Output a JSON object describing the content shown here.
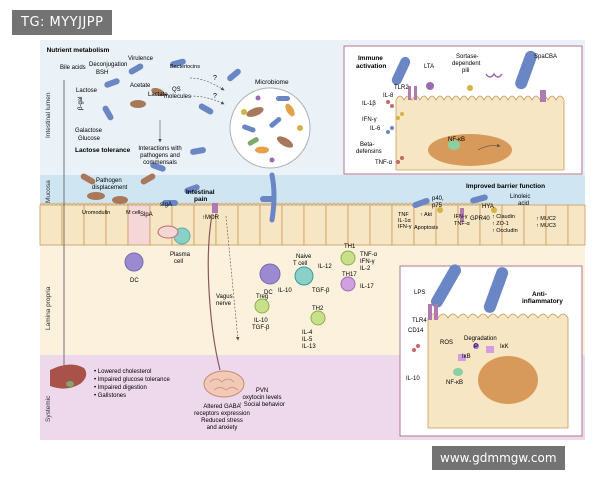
{
  "watermark_top": "TG: MYYJJPP",
  "watermark_bottom": "www.gdmmgw.com",
  "colors": {
    "lumen": "#eaf1f7",
    "mucosa": "#cfe6f2",
    "epithelium": "#f3e0b7",
    "lamina_propria": "#fbf1dd",
    "systemic": "#eed9ec",
    "box_border": "#b07a8a",
    "bacteria_blue": "#6a86c4",
    "bacteria_brown": "#a9785a",
    "nucleus": "#d79a5a"
  },
  "zones": {
    "lumen": "Intestinal lumen",
    "mucosa": "Mucosa",
    "lamina": "Lamina propria",
    "systemic": "Systemic"
  },
  "lumen": {
    "nutrient": "Nutrient metabolism",
    "bile": "Bile acids",
    "deconj": "Deconjugation",
    "bsh": "BSH",
    "lactose": "Lactose",
    "bgal": "β-gal",
    "galactose": "Galactose",
    "glucose": "Glucose",
    "lactose_tol": "Lactose tolerance",
    "virulence": "Virulence",
    "acetate": "Acetate",
    "lactate": "Lactate",
    "qs": "QS",
    "molecules": "molecules",
    "bacteriocins": "Bacteriocins",
    "q1": "?",
    "q2": "?",
    "interactions": "Interactions with",
    "interactions2": "pathogens and",
    "interactions3": "commensals",
    "microbiome": "Microbiome"
  },
  "mucosa": {
    "pathogen": "Pathogen",
    "displacement": "displacement",
    "slpa": "SlpA",
    "siga": "sIgA",
    "intestinal": "Intestinal",
    "pain": "pain",
    "tmor": "↑MOR",
    "uromodulin": "Uromodulin",
    "mcell": "M cell"
  },
  "immune_box": {
    "title1": "Immune",
    "title2": "activation",
    "lta": "LTA",
    "tlr2": "TLR2",
    "sortase1": "Sortase-",
    "sortase2": "dependent",
    "sortase3": "pili",
    "spacba": "SpaCBA",
    "il1b": "IL-1β",
    "il8": "IL-8",
    "ifng": "IFN-γ",
    "il6": "IL-6",
    "beta1": "Beta-",
    "beta2": "defensins",
    "tnfa": "TNF-α",
    "nfkb": "NF-κB"
  },
  "barrier": {
    "title": "Improved barrier function",
    "p40": "p40,",
    "p75": "p75",
    "hya": "HYA",
    "linoleic1": "Linoleic",
    "linoleic2": "acid",
    "gpr40": "GPR40",
    "tnf": "TNF",
    "il1a": "IL-1α",
    "ifng": "IFN-γ",
    "akt": "↑ Akt",
    "apoptosis": "Apoptosis",
    "ifng2": "IFN-γ",
    "tnfa2": "TNF-α",
    "claudin": "↑ Claudin",
    "zo1": "↑ ZO-1",
    "occludin": "↑ Occludin",
    "muc2": "↑ MUC2",
    "muc3": "↑ MUC3"
  },
  "lamina": {
    "dc1": "DC",
    "plasma1": "Plasma",
    "plasma2": "cell",
    "vagus1": "Vagus",
    "vagus2": "nerve",
    "dc2": "DC",
    "naive1": "Naive",
    "naive2": "T cell",
    "il12": "IL-12",
    "il10": "IL-10",
    "tgfb": "TGF-β",
    "th1": "TH1",
    "th1_out1": "TNF-α",
    "th1_out2": "IFN-γ",
    "th1_out3": "IL-2",
    "th17": "TH17",
    "il17": "IL-17",
    "treg": "Treg",
    "treg_out1": "IL-10",
    "treg_out2": "TGF-β",
    "th2": "TH2",
    "th2_out1": "IL-4",
    "th2_out2": "IL-5",
    "th2_out3": "IL-13"
  },
  "anti": {
    "lps": "LPS",
    "title1": "Anti-",
    "title2": "inflammatory",
    "tlr4": "TLR4",
    "cd14": "CD14",
    "ros": "ROS",
    "degradation": "Degradation",
    "ikk": "IκK",
    "ib": "IκB",
    "p": "P",
    "nfkb": "NF-κB",
    "il10": "IL-10"
  },
  "systemic": {
    "b1": "• Lowered cholesterol",
    "b2": "• Impaired glucose tolerance",
    "b3": "• Impaired digestion",
    "b4": "• Gallstones",
    "gaba1": "Altered GABA",
    "gaba2": "receptors expression",
    "gaba3": "Reduced stress",
    "gaba4": "and anxiety",
    "pvn1": "PVN",
    "pvn2": "oxytocin levels",
    "pvn3": "↑ Social behavior"
  }
}
